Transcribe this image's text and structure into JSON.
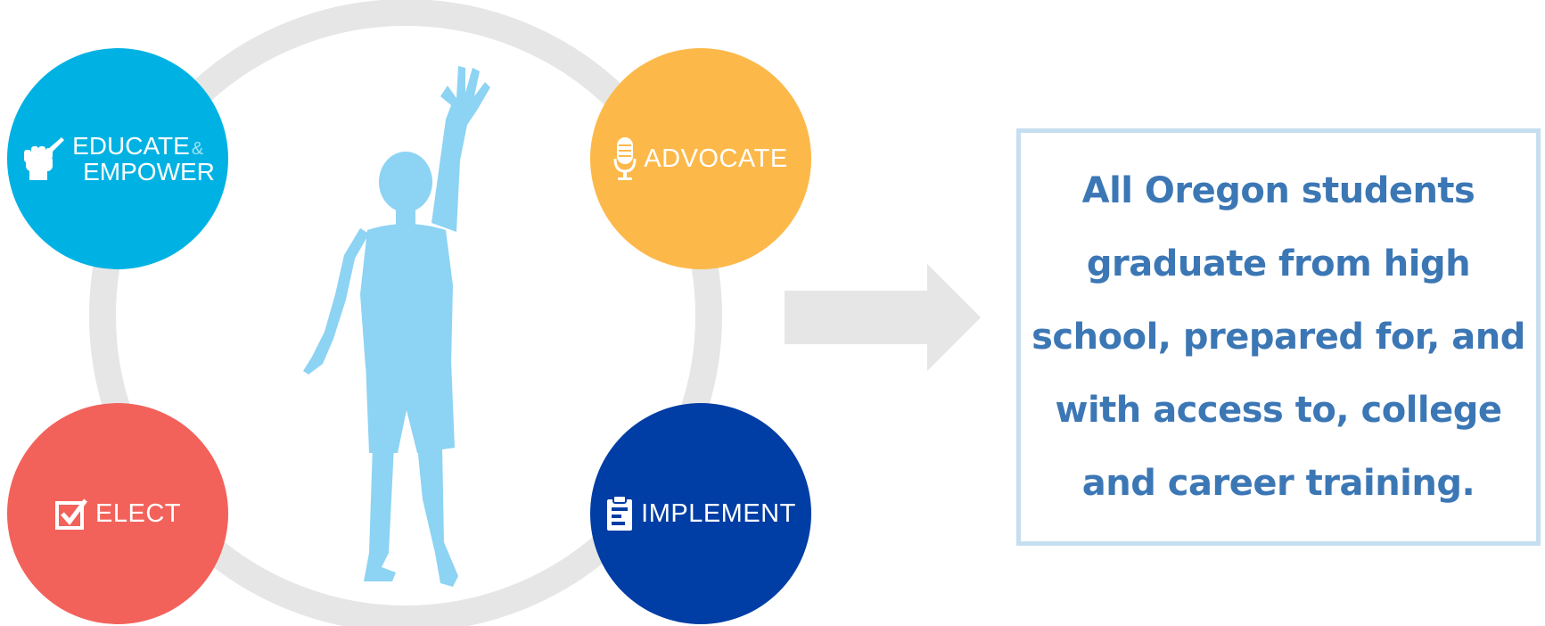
{
  "nodes": {
    "educate": {
      "line1": "EDUCATE",
      "amp": "&",
      "line2": "EMPOWER",
      "icon": "fist-pencil-icon"
    },
    "advocate": {
      "label": "ADVOCATE",
      "icon": "microphone-icon"
    },
    "elect": {
      "label": "ELECT",
      "icon": "checkbox-icon"
    },
    "implement": {
      "label": "IMPLEMENT",
      "icon": "clipboard-icon"
    }
  },
  "outcome": {
    "text": "All Oregon students graduate from high school, prepared for, and with access to, college and career training."
  },
  "colors": {
    "educate": "#00b2e3",
    "advocate": "#fcb94a",
    "elect": "#f2625b",
    "implement": "#003da5",
    "ring": "#e6e6e6",
    "child": "#8dd3f3",
    "arrow": "#e6e6e6",
    "outcome_text": "#3c77b5",
    "outcome_border": "#c6dff0"
  }
}
